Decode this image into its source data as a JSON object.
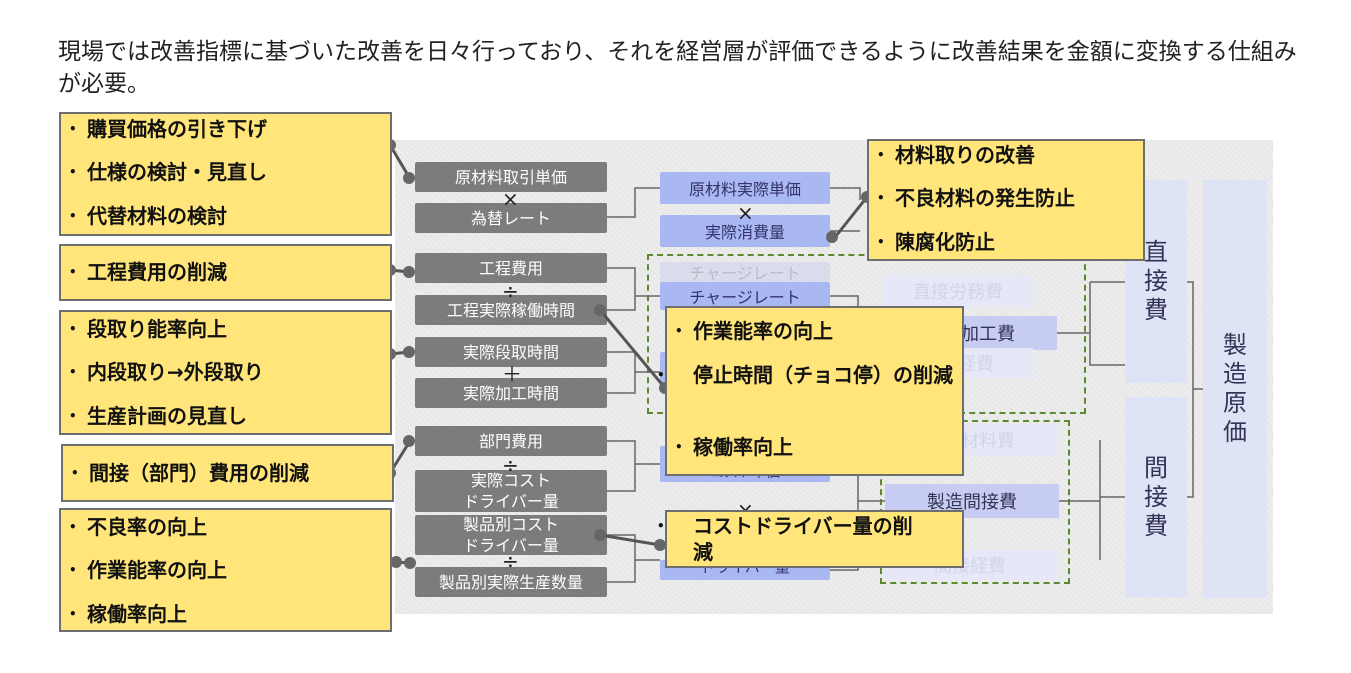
{
  "title": "現場では改善指標に基づいた改善を日々行っており、それを経営層が評価できるように改善結果を金額に変換する仕組みが必要。",
  "improvement_boxes": [
    {
      "items": [
        "購買価格の引き下げ",
        "仕様の検討・見直し",
        "代替材料の検討"
      ]
    },
    {
      "items": [
        "工程費用の削減"
      ]
    },
    {
      "items": [
        "段取り能率向上",
        "内段取り→外段取り",
        "生産計画の見直し"
      ]
    },
    {
      "items": [
        "間接（部門）費用の削減"
      ]
    },
    {
      "items": [
        "不良率の向上",
        "作業能率の向上",
        "稼働率向上"
      ]
    },
    {
      "items": [
        "材料取りの改善",
        "不良材料の発生防止",
        "陳腐化防止"
      ]
    },
    {
      "items": [
        "作業能率の向上",
        "停止時間（チョコ停）の削減",
        "稼働率向上"
      ]
    },
    {
      "items": [
        "コストドライバー量の削減"
      ]
    }
  ],
  "gray_boxes": {
    "material_price": "原材料取引単価",
    "exchange_rate": "為替レート",
    "process_cost": "工程費用",
    "process_hours": "工程実際稼働時間",
    "setup_time": "実際段取時間",
    "machining_time": "実際加工時間",
    "dept_cost": "部門費用",
    "actual_cost_driver": "実際コスト\nドライバー量",
    "product_cost_driver": "製品別コスト\nドライバー量",
    "product_quantity": "製品別実際生産数量"
  },
  "blue_boxes": {
    "material_unit_price": "原材料実際単価",
    "material_consumption": "実際消費量",
    "charge_rate": "チャージレート",
    "charge_rate_ghost": "チャージレート",
    "cost_driver_unit_ghost": "コスト単価",
    "cost_driver_qty_ghost": "ドライバー量"
  },
  "cost_boxes": {
    "direct_labor": "直接労務費",
    "direct_processing": "直接加工費",
    "direct_expense": "直接経費",
    "indirect_material": "間接材料費",
    "manufacturing_overhead": "製造間接費",
    "indirect_expense": "間接経費"
  },
  "vertical_labels": {
    "direct": "直\n接\n費",
    "indirect": "間\n接\n費",
    "manufacturing_cost": "製\n造\n原\n価"
  },
  "operators": {
    "multiply": "×",
    "divide": "÷",
    "plus": "＋"
  },
  "colors": {
    "highlight": "#ffe57a",
    "gray_box": "#7c7c7c",
    "blue_box": "#a9b8f2",
    "cost_box": "#c7cdf2",
    "dashed_border": "#5c8a2e"
  }
}
